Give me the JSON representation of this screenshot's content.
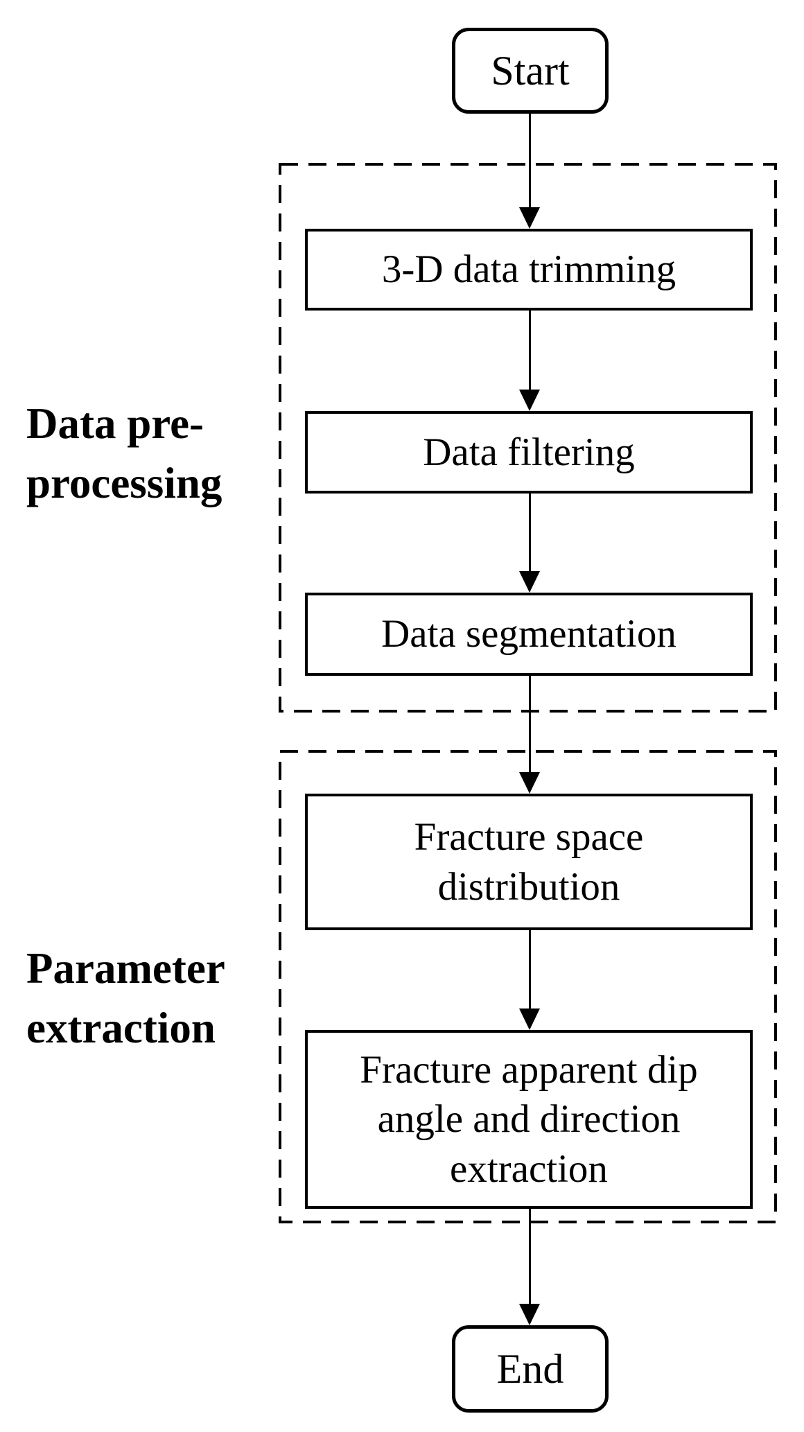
{
  "figure_type": "flowchart",
  "colors": {
    "ink": "#000000",
    "background": "#ffffff"
  },
  "flowchart": {
    "start_label": "Start",
    "end_label": "End",
    "groups": [
      {
        "label": "Data pre-\nprocessing",
        "steps": [
          "3-D data trimming",
          "Data filtering",
          "Data segmentation"
        ]
      },
      {
        "label": "Parameter\nextraction",
        "steps": [
          "Fracture space\ndistribution",
          "Fracture apparent dip\nangle and direction\nextraction"
        ]
      }
    ]
  }
}
